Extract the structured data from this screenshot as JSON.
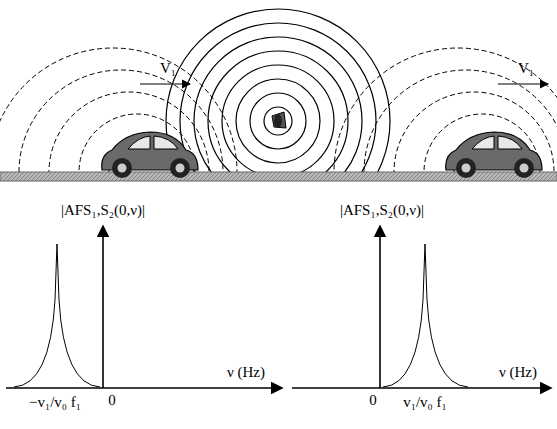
{
  "diagram": {
    "labels": [
      "V₁",
      "V₁",
      "|AFS₁,S₂(0,ν)|",
      "|AFS₁,S₂(0,ν)|",
      "ν (Hz)",
      "ν (Hz)",
      "0",
      "0",
      "−v₁/v₀ f₁",
      "v₁/v₀ f₁"
    ]
  }
}
